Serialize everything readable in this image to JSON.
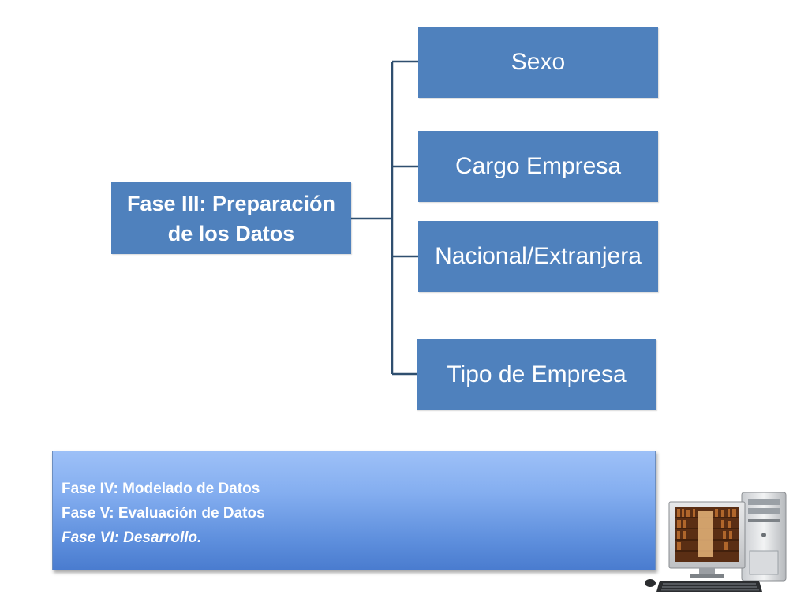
{
  "diagram": {
    "root": {
      "line1": "Fase III: Preparación",
      "line2": "de los Datos"
    },
    "children": [
      {
        "label": "Sexo"
      },
      {
        "label": "Cargo Empresa"
      },
      {
        "label": "Nacional/Extranjera"
      },
      {
        "label": "Tipo de Empresa"
      }
    ],
    "colors": {
      "box": "#4f81bd",
      "connector": "#2f4f6f",
      "text": "#ffffff"
    }
  },
  "phases": {
    "items": [
      {
        "text": "Fase IV: Modelado de Datos"
      },
      {
        "text": "Fase V: Evaluación de Datos"
      },
      {
        "text": "Fase VI: Desarrollo."
      }
    ]
  },
  "illustration": {
    "icon": "desktop-computer-icon"
  }
}
